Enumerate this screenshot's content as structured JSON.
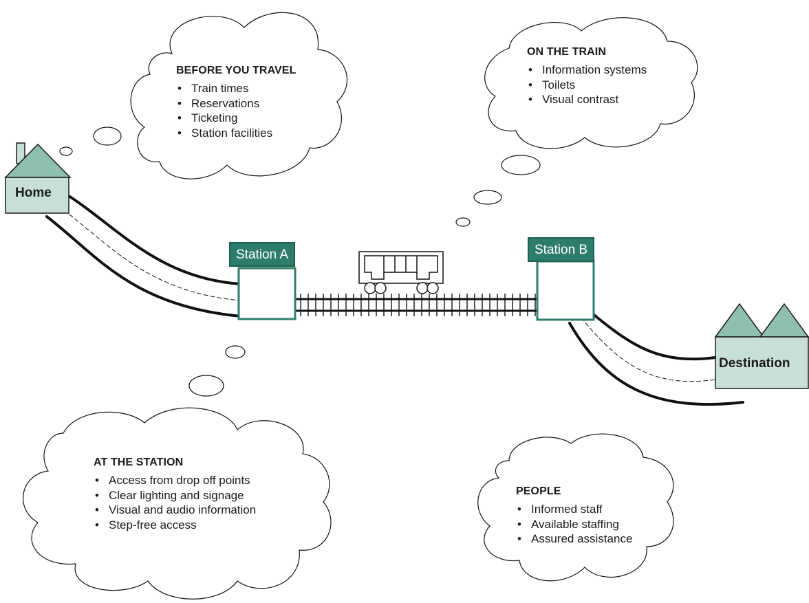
{
  "places": {
    "home": "Home",
    "station_a": "Station A",
    "station_b": "Station B",
    "destination": "Destination"
  },
  "clouds": {
    "before_you_travel": {
      "title": "BEFORE YOU TRAVEL",
      "items": [
        "Train times",
        "Reservations",
        "Ticketing",
        "Station facilities"
      ]
    },
    "on_the_train": {
      "title": "ON THE TRAIN",
      "items": [
        "Information systems",
        "Toilets",
        "Visual contrast"
      ]
    },
    "at_the_station": {
      "title": "AT THE STATION",
      "items": [
        "Access from drop off points",
        "Clear lighting and signage",
        "Visual and audio information",
        "Step-free access"
      ]
    },
    "people": {
      "title": "PEOPLE",
      "items": [
        "Informed staff",
        "Available staffing",
        "Assured assistance"
      ]
    }
  },
  "colors": {
    "station_fill": "#2e7d6c",
    "building_fill": "#c8dfd6",
    "outline": "#1a1a1a"
  }
}
